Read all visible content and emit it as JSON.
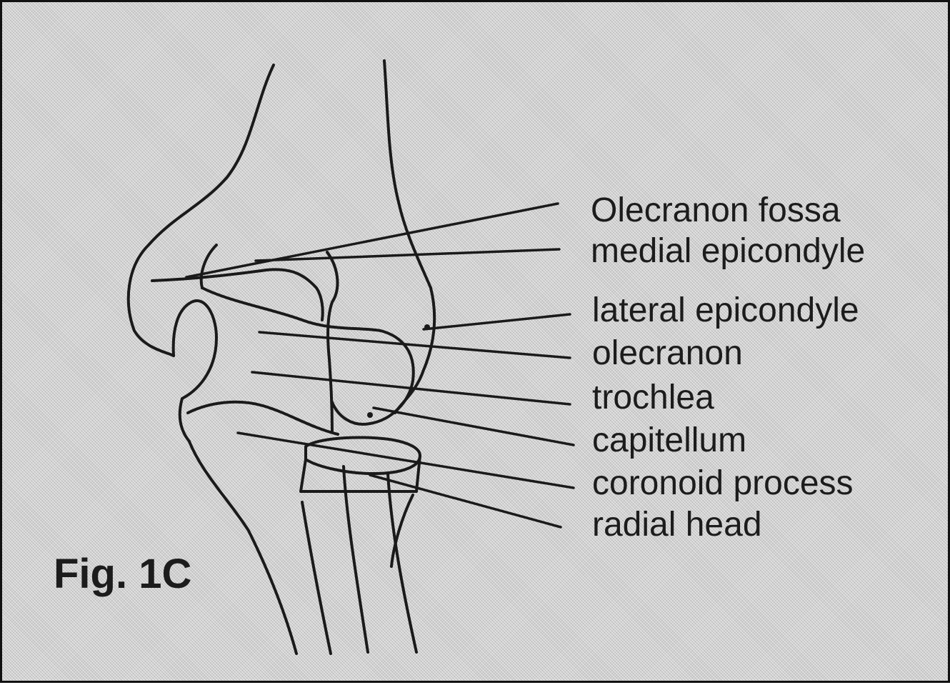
{
  "figure": {
    "caption": "Fig. 1C",
    "labels": {
      "olecranon_fossa": "Olecranon fossa",
      "medial_epicondyle": "medial epicondyle",
      "lateral_epicondyle": "lateral epicondyle",
      "olecranon": "olecranon",
      "trochlea": "trochlea",
      "capitellum": "capitellum",
      "coronoid_process": "coronoid process",
      "radial_head": "radial head"
    }
  }
}
